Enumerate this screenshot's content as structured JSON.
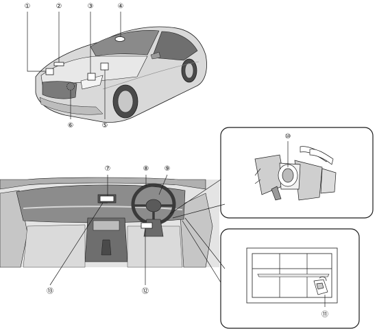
{
  "callouts": [
    {
      "id": "c1",
      "label": "①"
    },
    {
      "id": "c2",
      "label": "②"
    },
    {
      "id": "c3",
      "label": "③"
    },
    {
      "id": "c4",
      "label": "④"
    },
    {
      "id": "c5",
      "label": "⑤"
    },
    {
      "id": "c6",
      "label": "⑥"
    },
    {
      "id": "c7",
      "label": "⑦"
    },
    {
      "id": "c8",
      "label": "⑧"
    },
    {
      "id": "c9",
      "label": "⑨"
    },
    {
      "id": "c10",
      "label": "⑩"
    },
    {
      "id": "c11",
      "label": "⑪"
    },
    {
      "id": "c12",
      "label": "⑫"
    },
    {
      "id": "c13",
      "label": "⑬"
    }
  ],
  "colors": {
    "stroke": "#1a1a1a",
    "car_body": "#d8d8d8",
    "car_dark": "#6f6f6f",
    "interior_light": "#e3e3e3",
    "interior_mid": "#b5b5b5",
    "interior_dark": "#7a7a7a",
    "highlight": "#ffffff"
  }
}
